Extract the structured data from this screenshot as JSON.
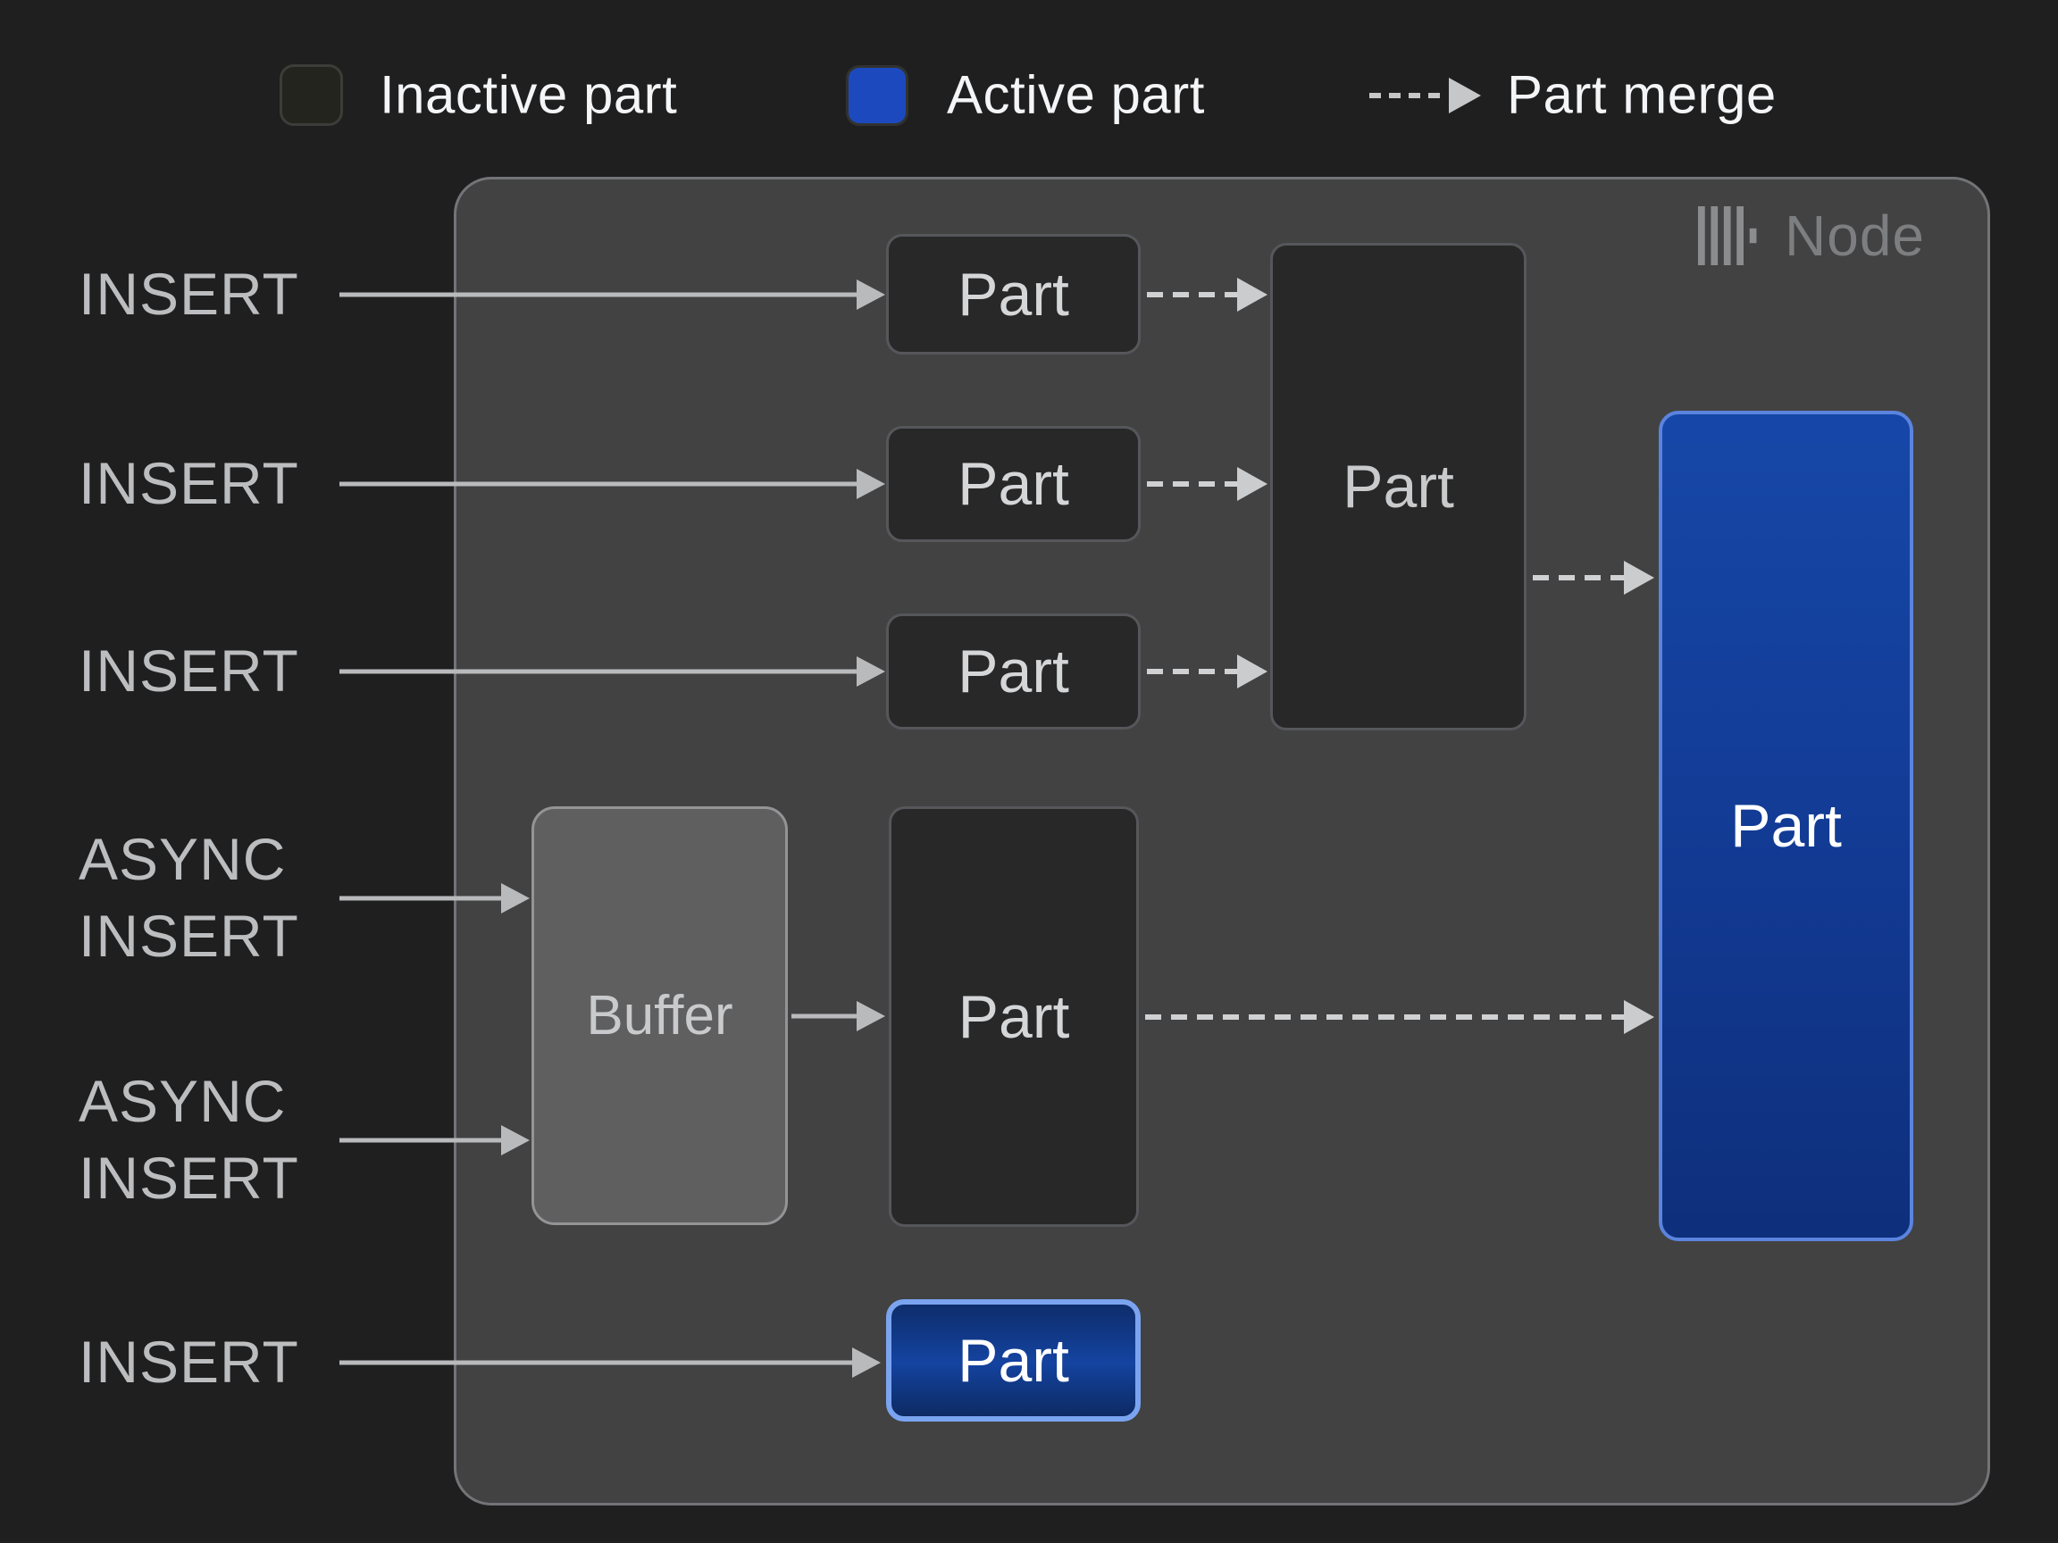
{
  "legend": {
    "inactive_label": "Inactive part",
    "active_label": "Active part",
    "merge_label": "Part merge"
  },
  "node": {
    "title": "Node",
    "icon": "clickhouse-logo-icon"
  },
  "inputs": [
    {
      "label": "INSERT"
    },
    {
      "label": "INSERT"
    },
    {
      "label": "INSERT"
    },
    {
      "label": "ASYNC\nINSERT"
    },
    {
      "label": "ASYNC\nINSERT"
    },
    {
      "label": "INSERT"
    }
  ],
  "parts": {
    "small": [
      "Part",
      "Part",
      "Part"
    ],
    "merged": "Part",
    "async": "Part",
    "active_large": "Part",
    "active_small": "Part",
    "buffer_label": "Buffer"
  },
  "colors": {
    "background": "#1f1f20",
    "node_fill": "#424243",
    "inactive_part_fill": "#282828",
    "active_part_blue": "#1c4abe",
    "active_gradient_top": "#1647a8",
    "active_gradient_bottom": "#0e2f7b",
    "buffer_fill": "#5f5f60",
    "solid_arrow": "#b9babc",
    "dashed_arrow": "#d0d1d3",
    "label_text": "#bcbdbf",
    "legend_text": "#f4f5f7",
    "node_title_text": "#7d7e80"
  }
}
